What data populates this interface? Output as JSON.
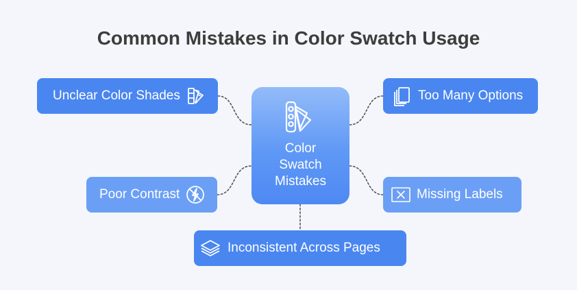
{
  "title": "Common Mistakes in Color Swatch Usage",
  "center": {
    "lines": [
      "Color",
      "Swatch",
      "Mistakes"
    ],
    "icon": "color-swatch-icon"
  },
  "nodes": {
    "unclear": {
      "label": "Unclear Color Shades",
      "icon": "color-palette-icon"
    },
    "poor": {
      "label": "Poor Contrast",
      "icon": "no-flash-icon"
    },
    "toomany": {
      "label": "Too Many Options",
      "icon": "documents-stack-icon"
    },
    "missing": {
      "label": "Missing Labels",
      "icon": "close-box-icon"
    },
    "inconsistent": {
      "label": "Inconsistent Across Pages",
      "icon": "layers-icon"
    }
  },
  "colors": {
    "background": "#f4f6fb",
    "title": "#3d3d3d",
    "box_dark": "#4a86f0",
    "box_light": "#6b9ff5",
    "connector": "#555555"
  }
}
